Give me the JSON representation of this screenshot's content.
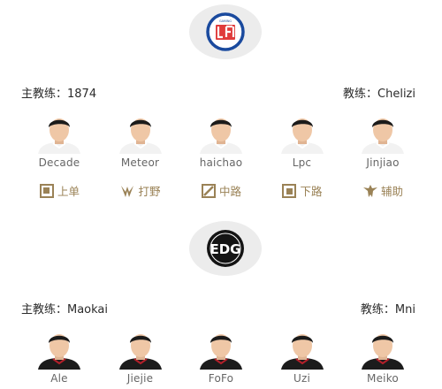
{
  "colors": {
    "gold": "#9a8256",
    "teamA_blue": "#1a4a9e",
    "teamA_red": "#e03b3b",
    "teamB_dark": "#141414"
  },
  "teams": [
    {
      "logo_icon": "lgd-logo-icon",
      "logo_text": "GAMING",
      "head_coach": "主教练：1874",
      "coach": "教练：Chelizi",
      "players": [
        "Decade",
        "Meteor",
        "haichao",
        "Lpc",
        "Jinjiao"
      ]
    },
    {
      "logo_icon": "edg-logo-icon",
      "logo_text": "EDG",
      "head_coach": "主教练：Maokai",
      "coach": "教练：Mni",
      "players": [
        "Ale",
        "Jiejie",
        "FoFo",
        "Uzi",
        "Meiko"
      ]
    }
  ],
  "positions": [
    {
      "label": "上单",
      "icon": "top-lane-icon"
    },
    {
      "label": "打野",
      "icon": "jungle-icon"
    },
    {
      "label": "中路",
      "icon": "mid-lane-icon"
    },
    {
      "label": "下路",
      "icon": "bot-lane-icon"
    },
    {
      "label": "辅助",
      "icon": "support-icon"
    }
  ]
}
